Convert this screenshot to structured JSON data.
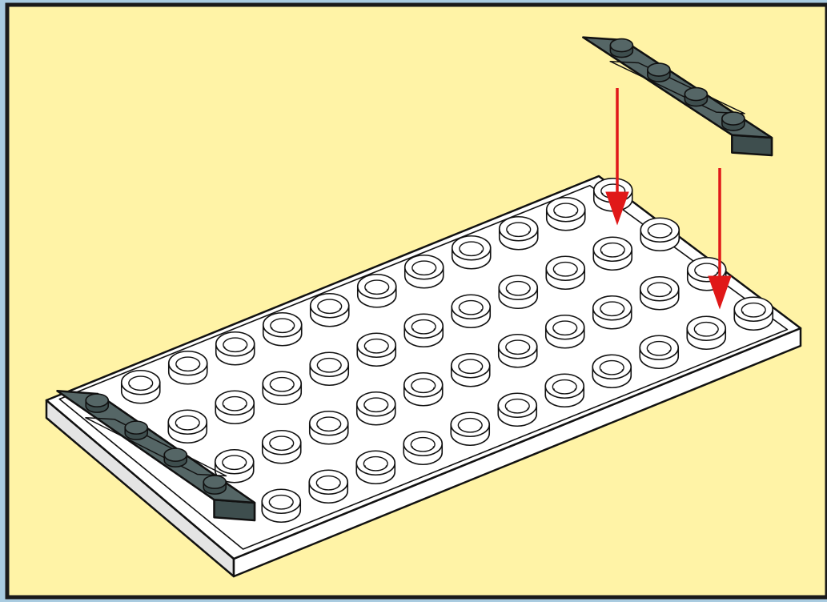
{
  "colors": {
    "outer_background": "#A9CBE0",
    "panel_background": "#FFF3A6",
    "panel_border": "#1A1A1A",
    "plate_white": "#FFFFFF",
    "plate_outline": "#111111",
    "plate_side_shade": "#E4E4E4",
    "tile_dark": "#3E4E4E",
    "tile_top": "#556666",
    "tile_outline": "#111111",
    "arrow_red": "#E01818"
  },
  "icons": {
    "base_plate": "white-4x12-plate",
    "tile_left": "dark-gray-1x4-plate",
    "tile_right": "dark-gray-1x4-plate",
    "arrow": "down-arrow"
  },
  "diagram": {
    "plate_rows": 4,
    "plate_columns": 12,
    "tile_studs": 4,
    "arrows": 2
  }
}
